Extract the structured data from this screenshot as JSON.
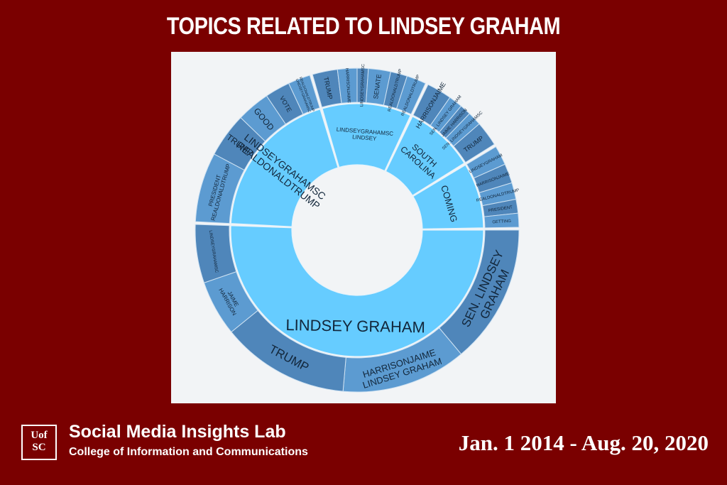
{
  "header": {
    "title": "TOPICS RELATED TO LINDSEY GRAHAM"
  },
  "footer": {
    "logo_text_top": "Uof",
    "logo_text_bottom": "SC",
    "lab_name": "Social Media Insights Lab",
    "college": "College of Information and Communications",
    "date_range": "Jan. 1 2014 - Aug. 20, 2020"
  },
  "colors": {
    "background": "#7a0000",
    "inner_ring": "#66ccff",
    "outer_ring_dark": "#4f86ba",
    "outer_ring_light": "#5c9bd1"
  },
  "chart_data": {
    "type": "sunburst",
    "title": "TOPICS RELATED TO LINDSEY GRAHAM",
    "inner": [
      {
        "label": "LINDSEY GRAHAM",
        "start": 90,
        "end": 272
      },
      {
        "label": "LINDSEYGRAHAMSC REALDONALDTRUMP",
        "start": 273,
        "end": 343
      },
      {
        "label": "LINDSEYGRAHAMSC LINDSEY",
        "start": 344,
        "end": 25
      },
      {
        "label": "SOUTH CAROLINA",
        "start": 26,
        "end": 58
      },
      {
        "label": "COMING",
        "start": 59,
        "end": 89
      }
    ],
    "outer": [
      {
        "label": "SEN. LINDSEY GRAHAM",
        "start": 90,
        "end": 140,
        "parent": "LINDSEY GRAHAM"
      },
      {
        "label": "HARRISONJAIME LINDSEY GRAHAM",
        "start": 140,
        "end": 185,
        "parent": "LINDSEY GRAHAM"
      },
      {
        "label": "TRUMP",
        "start": 185,
        "end": 231,
        "parent": "LINDSEY GRAHAM"
      },
      {
        "label": "JAIME HARRISON",
        "start": 231,
        "end": 251,
        "parent": "LINDSEY GRAHAM"
      },
      {
        "label": "LINDSEYGRAHAMSC",
        "start": 251,
        "end": 272,
        "parent": "LINDSEY GRAHAM"
      },
      {
        "label": "PRESIDENT REALDONALDTRUMP",
        "start": 273,
        "end": 298,
        "parent": "LINDSEYGRAHAMSC REALDONALDTRUMP"
      },
      {
        "label": "TRUMP",
        "start": 298,
        "end": 314,
        "parent": "LINDSEYGRAHAMSC REALDONALDTRUMP"
      },
      {
        "label": "GOOD",
        "start": 314,
        "end": 326,
        "parent": "LINDSEYGRAHAMSC REALDONALDTRUMP"
      },
      {
        "label": "VOTE",
        "start": 326,
        "end": 335,
        "parent": "LINDSEYGRAHAMSC REALDONALDTRUMP"
      },
      {
        "label": "REALDONALDTRUMP LINDSEYGRAHAMSC",
        "start": 335,
        "end": 343,
        "parent": "LINDSEYGRAHAMSC REALDONALDTRUMP"
      },
      {
        "label": "TRUMP",
        "start": 344,
        "end": 353,
        "parent": "LINDSEYGRAHAMSC LINDSEY"
      },
      {
        "label": "HARRISONJAIME",
        "start": 353,
        "end": 360,
        "parent": "LINDSEYGRAHAMSC LINDSEY"
      },
      {
        "label": "LINDSEYGRAHAMSC",
        "start": 0,
        "end": 4,
        "parent": "LINDSEYGRAHAMSC LINDSEY"
      },
      {
        "label": "SENATE",
        "start": 4,
        "end": 12,
        "parent": "LINDSEYGRAHAMSC LINDSEY"
      },
      {
        "label": "REALDONALDTRUMP",
        "start": 12,
        "end": 18,
        "parent": "LINDSEYGRAHAMSC LINDSEY"
      },
      {
        "label": "REALDONALDTRUMP",
        "start": 18,
        "end": 25,
        "parent": "LINDSEYGRAHAMSC LINDSEY"
      },
      {
        "label": "HARRISONJAIME",
        "start": 26,
        "end": 35,
        "parent": "SOUTH CAROLINA"
      },
      {
        "label": "SEN. LINDSEY GRAHAM",
        "start": 35,
        "end": 40,
        "parent": "SOUTH CAROLINA"
      },
      {
        "label": "JAIME HARRISON",
        "start": 40,
        "end": 44,
        "parent": "SOUTH CAROLINA"
      },
      {
        "label": "SEN. LINDSEYGRAHAMSC",
        "start": 44,
        "end": 49,
        "parent": "SOUTH CAROLINA"
      },
      {
        "label": "TRUMP",
        "start": 49,
        "end": 58,
        "parent": "SOUTH CAROLINA"
      },
      {
        "label": "LINDSEYGRAHAM",
        "start": 59,
        "end": 66,
        "parent": "COMING"
      },
      {
        "label": "HARRISONJAIME",
        "start": 66,
        "end": 73,
        "parent": "COMING"
      },
      {
        "label": "REALDONALDTRUMP",
        "start": 73,
        "end": 79,
        "parent": "COMING"
      },
      {
        "label": "PRESIDENT",
        "start": 79,
        "end": 84,
        "parent": "COMING"
      },
      {
        "label": "GETTING",
        "start": 84,
        "end": 89,
        "parent": "COMING"
      }
    ]
  }
}
